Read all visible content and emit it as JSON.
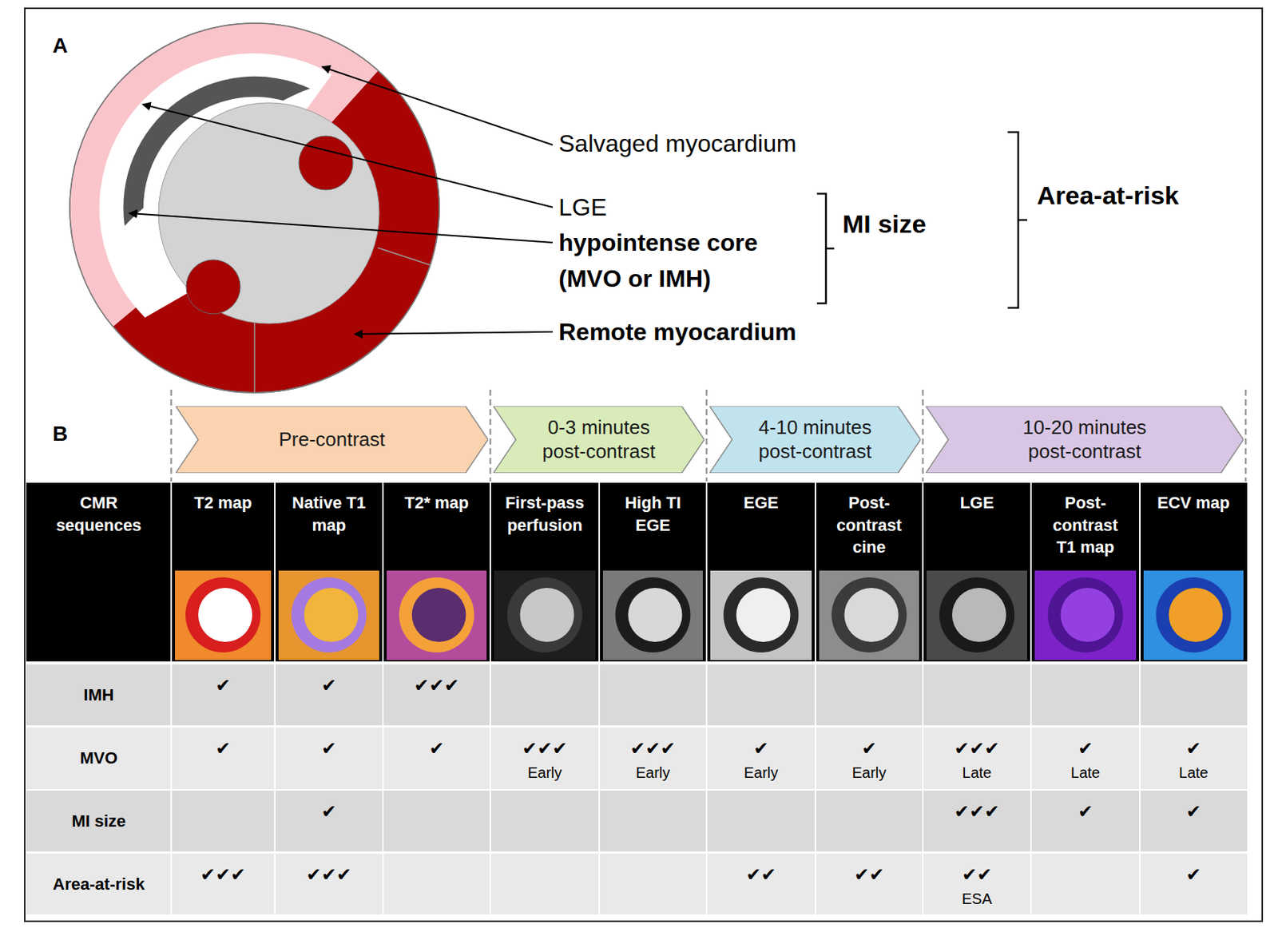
{
  "diagram": {
    "nodes": [
      {
        "text": [
          "Pre-contrast"
        ]
      },
      {
        "text": [
          "0-3 minutes post-contrast"
        ]
      },
      {
        "text": [
          "4-10 minutes post-contrast"
        ]
      },
      {
        "text": [
          "10-20 minutes post-contrast"
        ]
      }
    ],
    "labels": [
      "A",
      "Salvaged myocardium",
      "LGE",
      "hypointense core (MVO or IMH)",
      "MI size",
      "Area-at-risk",
      "Remote myocardium",
      "B",
      "CMR sequences",
      "T2 map",
      "Native T1 map",
      "T2* map",
      "First-pass perfusion",
      "High TI EGE",
      "EGE",
      "Post-contrast cine",
      "LGE",
      "Post-contrast T1 map",
      "ECV map",
      "IMH",
      "✔",
      "✔",
      "✔✔✔",
      "MVO",
      "✔",
      "✔",
      "✔",
      "✔✔✔",
      "Early",
      "✔✔✔",
      "Early",
      "✔",
      "Early",
      "✔",
      "Early",
      "✔✔✔",
      "Late",
      "✔",
      "Late",
      "✔",
      "Late",
      "MI size",
      "✔",
      "✔✔✔",
      "✔",
      "✔",
      "Area-at-risk",
      "✔✔✔",
      "✔✔✔",
      "✔✔",
      "✔✔",
      "✔✔",
      "ESA",
      "✔"
    ]
  }
}
